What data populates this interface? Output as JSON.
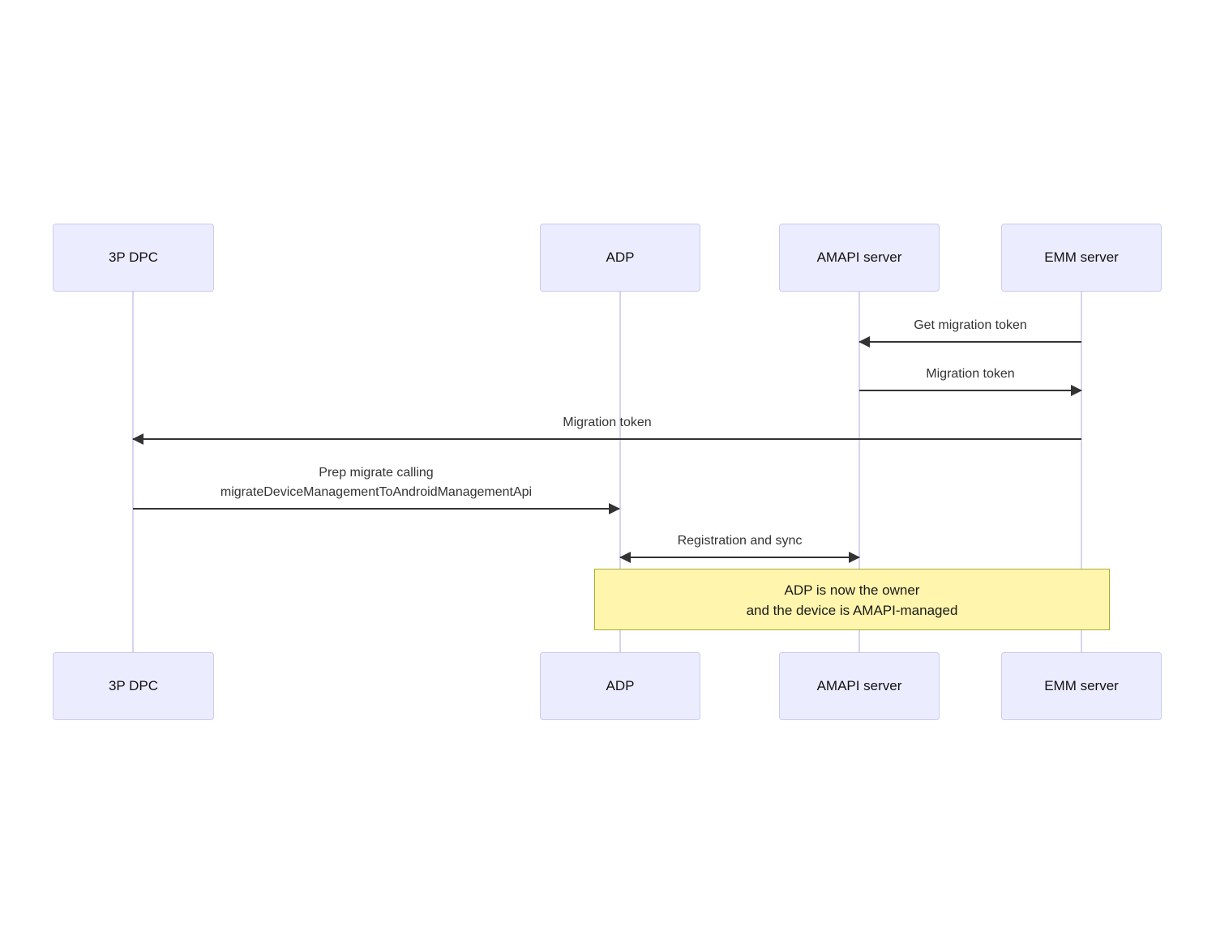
{
  "diagram": {
    "type": "sequence",
    "actors": [
      {
        "id": "3p-dpc",
        "label": "3P DPC"
      },
      {
        "id": "adp",
        "label": "ADP"
      },
      {
        "id": "amapi-server",
        "label": "AMAPI server"
      },
      {
        "id": "emm-server",
        "label": "EMM server"
      }
    ],
    "messages": [
      {
        "label": "Get migration token",
        "from": "EMM server",
        "to": "AMAPI server",
        "direction": "left"
      },
      {
        "label": "Migration token",
        "from": "AMAPI server",
        "to": "EMM server",
        "direction": "right"
      },
      {
        "label": "Migration token",
        "from": "EMM server",
        "to": "3P DPC",
        "direction": "left"
      },
      {
        "line1": "Prep migrate calling",
        "line2": "migrateDeviceManagementToAndroidManagementApi",
        "from": "3P DPC",
        "to": "ADP",
        "direction": "right"
      },
      {
        "label": "Registration and sync",
        "from": "ADP",
        "to": "AMAPI server",
        "direction": "both"
      }
    ],
    "note": {
      "line1": "ADP is now the owner",
      "line2": "and the device is AMAPI-managed"
    },
    "colors": {
      "actor_fill": "#ECECFF",
      "actor_border": "#CBCBF1",
      "lifeline": "#D8D3EE",
      "message_line": "#333333",
      "message_text": "#333333",
      "note_fill": "#FFF5AD",
      "note_border": "#AAAA33",
      "background": "#FFFFFF"
    }
  }
}
